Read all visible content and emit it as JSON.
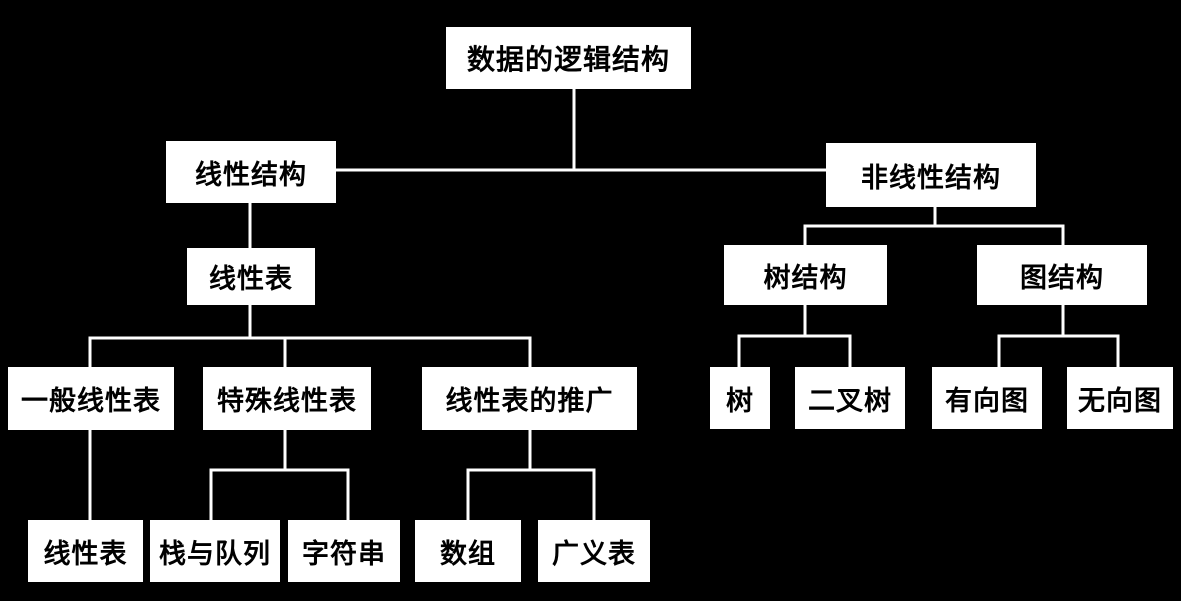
{
  "diagram": {
    "colors": {
      "background": "#000000",
      "node_fill": "#ffffff",
      "node_text": "#000000",
      "edge": "#ffffff"
    },
    "nodes": {
      "root": "数据的逻辑结构",
      "linear": "线性结构",
      "nonlinear": "非线性结构",
      "linear_list": "线性表",
      "tree_structure": "树结构",
      "graph_structure": "图结构",
      "general_linear_list": "一般线性表",
      "special_linear_list": "特殊线性表",
      "linear_list_generalization": "线性表的推广",
      "tree": "树",
      "binary_tree": "二叉树",
      "directed_graph": "有向图",
      "undirected_graph": "无向图",
      "general_linear_list_leaf": "线性表",
      "stack_and_queue": "栈与队列",
      "string": "字符串",
      "array": "数组",
      "generalized_list": "广义表"
    }
  }
}
